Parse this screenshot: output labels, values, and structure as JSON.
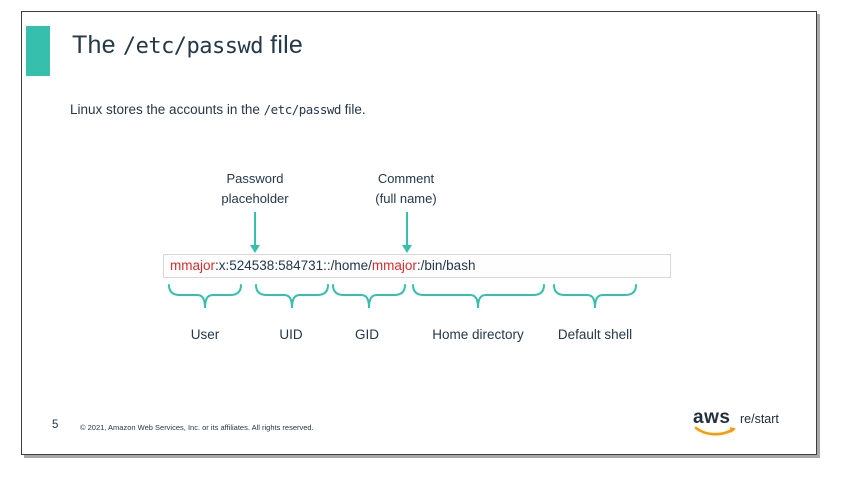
{
  "title": {
    "prefix": "The ",
    "code": "/etc/passwd",
    "suffix": " file"
  },
  "body": {
    "prefix": "Linux stores the accounts in the ",
    "code": "/etc/passwd",
    "suffix": " file."
  },
  "diagram": {
    "callouts": [
      {
        "line1": "Password",
        "line2": "placeholder"
      },
      {
        "line1": "Comment",
        "line2": "(full name)"
      }
    ],
    "entry": {
      "full": "mmajor:x:524538:584731::/home/mmajor:/bin/bash",
      "segments": [
        {
          "text": "mmajor",
          "color": "red"
        },
        {
          "text": ":x:524538:584731::/home/",
          "color": "dark"
        },
        {
          "text": "mmajor",
          "color": "red"
        },
        {
          "text": ":/bin/bash",
          "color": "dark"
        }
      ]
    },
    "fields": [
      {
        "label": "User"
      },
      {
        "label": "UID"
      },
      {
        "label": "GID"
      },
      {
        "label": "Home directory"
      },
      {
        "label": "Default shell"
      }
    ]
  },
  "footer": {
    "page_number": "5",
    "copyright": "© 2021, Amazon Web Services, Inc. or its affiliates. All rights reserved."
  },
  "logo": {
    "aws": "aws",
    "restart": "re/start"
  },
  "colors": {
    "accent_teal": "#35BFAC",
    "highlight_red": "#D92B2B",
    "text_navy": "#24384A",
    "aws_orange": "#FF9900",
    "box_border_gray": "#D8D8D8"
  }
}
